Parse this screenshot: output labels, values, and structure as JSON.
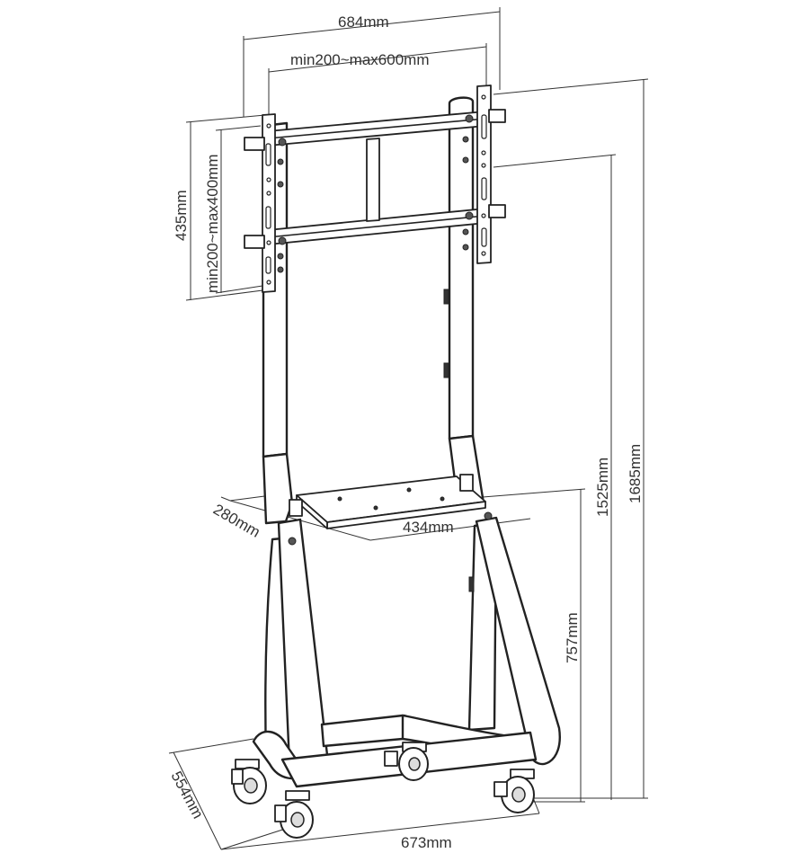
{
  "dimensions": {
    "overall_width": "684mm",
    "vesa_horizontal": "min200~max600mm",
    "bracket_height": "435mm",
    "vesa_vertical": "min200~max400mm",
    "shelf_depth": "280mm",
    "shelf_width": "434mm",
    "shelf_height": "757mm",
    "max_height": "1525mm",
    "total_height": "1685mm",
    "base_depth": "554mm",
    "base_width": "673mm"
  }
}
